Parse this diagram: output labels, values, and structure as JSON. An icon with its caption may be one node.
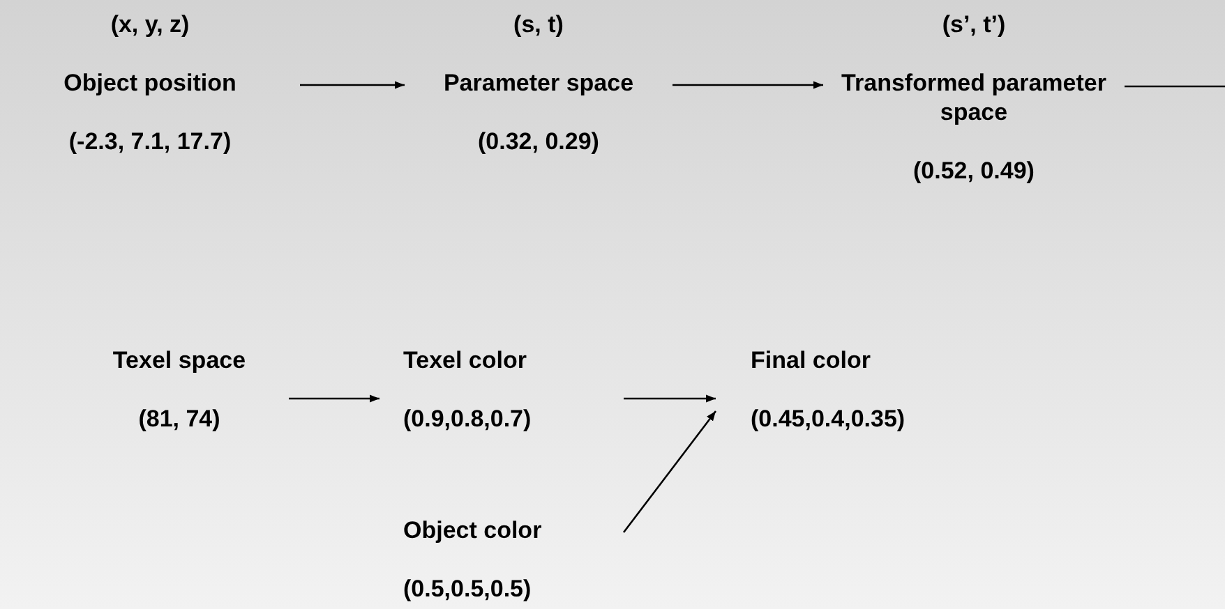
{
  "diagram": {
    "nodes": [
      {
        "text": [
          "(x, y, z)",
          "Object position",
          "(-2.3, 7.1, 17.7)"
        ]
      },
      {
        "text": [
          "(s, t)",
          "Parameter space",
          "(0.32, 0.29)"
        ]
      },
      {
        "text": [
          "(s’, t’)",
          "Transformed parameter space",
          "(0.52, 0.49)"
        ]
      },
      {
        "text": [
          "Texel space",
          "(81, 74)"
        ]
      },
      {
        "text": [
          "Texel color",
          "(0.9,0.8,0.7)"
        ]
      },
      {
        "text": [
          "Final color",
          "(0.45,0.4,0.35)"
        ]
      },
      {
        "text": [
          "Object color",
          "(0.5,0.5,0.5)"
        ]
      }
    ],
    "edges": [
      {
        "from": 0,
        "to": 1,
        "arrow": "to"
      },
      {
        "from": 1,
        "to": 2,
        "arrow": "to"
      },
      {
        "from": 2,
        "to": null,
        "arrow": "none"
      },
      {
        "from": 3,
        "to": 4,
        "arrow": "to"
      },
      {
        "from": 4,
        "to": 5,
        "arrow": "to"
      },
      {
        "from": 6,
        "to": 5,
        "arrow": "to"
      }
    ]
  }
}
